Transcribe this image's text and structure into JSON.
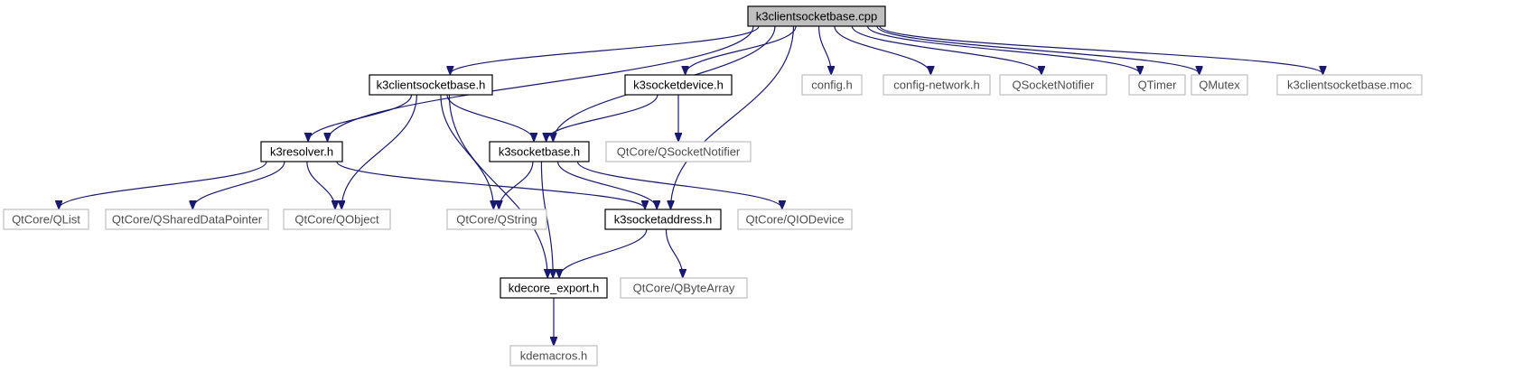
{
  "nodes": [
    {
      "id": "k3clientsocketbase_cpp",
      "label": "k3clientsocketbase.cpp",
      "kind": "root"
    },
    {
      "id": "k3clientsocketbase_h",
      "label": "k3clientsocketbase.h",
      "kind": "doc"
    },
    {
      "id": "k3socketdevice_h",
      "label": "k3socketdevice.h",
      "kind": "doc"
    },
    {
      "id": "config_h",
      "label": "config.h",
      "kind": "ext"
    },
    {
      "id": "config_network_h",
      "label": "config-network.h",
      "kind": "ext"
    },
    {
      "id": "qsocketnotifier",
      "label": "QSocketNotifier",
      "kind": "ext"
    },
    {
      "id": "qtimer",
      "label": "QTimer",
      "kind": "ext"
    },
    {
      "id": "qmutex",
      "label": "QMutex",
      "kind": "ext"
    },
    {
      "id": "k3clientsocketbase_moc",
      "label": "k3clientsocketbase.moc",
      "kind": "ext"
    },
    {
      "id": "k3resolver_h",
      "label": "k3resolver.h",
      "kind": "doc"
    },
    {
      "id": "k3socketbase_h",
      "label": "k3socketbase.h",
      "kind": "doc"
    },
    {
      "id": "qtcore_qsocketnotifier",
      "label": "QtCore/QSocketNotifier",
      "kind": "ext"
    },
    {
      "id": "qtcore_qlist",
      "label": "QtCore/QList",
      "kind": "ext"
    },
    {
      "id": "qtcore_qshareddatapointer",
      "label": "QtCore/QSharedDataPointer",
      "kind": "ext"
    },
    {
      "id": "qtcore_qobject",
      "label": "QtCore/QObject",
      "kind": "ext"
    },
    {
      "id": "qtcore_qstring",
      "label": "QtCore/QString",
      "kind": "ext"
    },
    {
      "id": "k3socketaddress_h",
      "label": "k3socketaddress.h",
      "kind": "doc"
    },
    {
      "id": "qtcore_qiodevice",
      "label": "QtCore/QIODevice",
      "kind": "ext"
    },
    {
      "id": "kdecore_export_h",
      "label": "kdecore_export.h",
      "kind": "doc"
    },
    {
      "id": "qtcore_qbytearray",
      "label": "QtCore/QByteArray",
      "kind": "ext"
    },
    {
      "id": "kdemacros_h",
      "label": "kdemacros.h",
      "kind": "ext"
    }
  ],
  "edges": [
    [
      "k3clientsocketbase_cpp",
      "k3clientsocketbase_h"
    ],
    [
      "k3clientsocketbase_cpp",
      "k3resolver_h"
    ],
    [
      "k3clientsocketbase_cpp",
      "k3socketbase_h"
    ],
    [
      "k3clientsocketbase_cpp",
      "k3socketdevice_h"
    ],
    [
      "k3clientsocketbase_cpp",
      "k3socketaddress_h"
    ],
    [
      "k3clientsocketbase_cpp",
      "config_h"
    ],
    [
      "k3clientsocketbase_cpp",
      "config_network_h"
    ],
    [
      "k3clientsocketbase_cpp",
      "qsocketnotifier"
    ],
    [
      "k3clientsocketbase_cpp",
      "qtimer"
    ],
    [
      "k3clientsocketbase_cpp",
      "qmutex"
    ],
    [
      "k3clientsocketbase_cpp",
      "k3clientsocketbase_moc"
    ],
    [
      "k3clientsocketbase_h",
      "k3resolver_h"
    ],
    [
      "k3clientsocketbase_h",
      "k3socketbase_h"
    ],
    [
      "k3clientsocketbase_h",
      "qtcore_qobject"
    ],
    [
      "k3clientsocketbase_h",
      "qtcore_qstring"
    ],
    [
      "k3clientsocketbase_h",
      "kdecore_export_h"
    ],
    [
      "k3socketdevice_h",
      "k3socketbase_h"
    ],
    [
      "k3socketdevice_h",
      "qtcore_qsocketnotifier"
    ],
    [
      "k3resolver_h",
      "qtcore_qlist"
    ],
    [
      "k3resolver_h",
      "qtcore_qshareddatapointer"
    ],
    [
      "k3resolver_h",
      "qtcore_qobject"
    ],
    [
      "k3resolver_h",
      "k3socketaddress_h"
    ],
    [
      "k3socketbase_h",
      "qtcore_qstring"
    ],
    [
      "k3socketbase_h",
      "k3socketaddress_h"
    ],
    [
      "k3socketbase_h",
      "qtcore_qiodevice"
    ],
    [
      "k3socketbase_h",
      "kdecore_export_h"
    ],
    [
      "k3socketaddress_h",
      "kdecore_export_h"
    ],
    [
      "k3socketaddress_h",
      "qtcore_qbytearray"
    ],
    [
      "kdecore_export_h",
      "kdemacros_h"
    ]
  ],
  "colors": {
    "edge": "#191970",
    "root_fill": "#bfbfbf",
    "root_border": "#000000",
    "doc_border": "#000000",
    "ext_border": "#bfbfbf",
    "ext_text": "#4d4d4d"
  }
}
